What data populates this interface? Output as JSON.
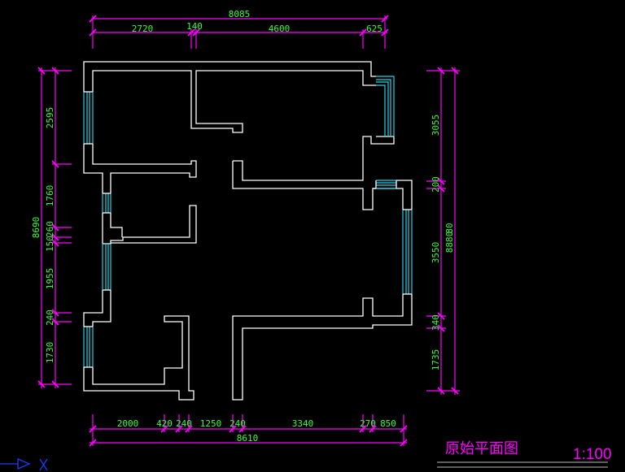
{
  "drawing": {
    "title": "原始平面图",
    "scale": "1:100",
    "colors": {
      "background": "#000000",
      "walls": "#ffffff",
      "windows": "#22d3e6",
      "dimension_lines": "#ff00ff",
      "dimension_text": "#33ff33",
      "title_text": "#ff00ff",
      "ucs_icon": "#1a3cff"
    }
  },
  "dimensions": {
    "top_total": "8085",
    "top_segments": [
      "2720",
      "140",
      "4600",
      "625"
    ],
    "bottom_total": "8610",
    "bottom_segments": [
      "2000",
      "420",
      "240",
      "1250",
      "240",
      "3340",
      "270",
      "850"
    ],
    "left_total": "8690",
    "left_segments": [
      "2595",
      "1760",
      "260",
      "150",
      "1955",
      "240",
      "1730"
    ],
    "right_total": "8880",
    "right_segments": [
      "3055",
      "200",
      "80",
      "3550",
      "340",
      "1735"
    ]
  },
  "icons": {
    "ucs": "ucs-axis-icon"
  }
}
